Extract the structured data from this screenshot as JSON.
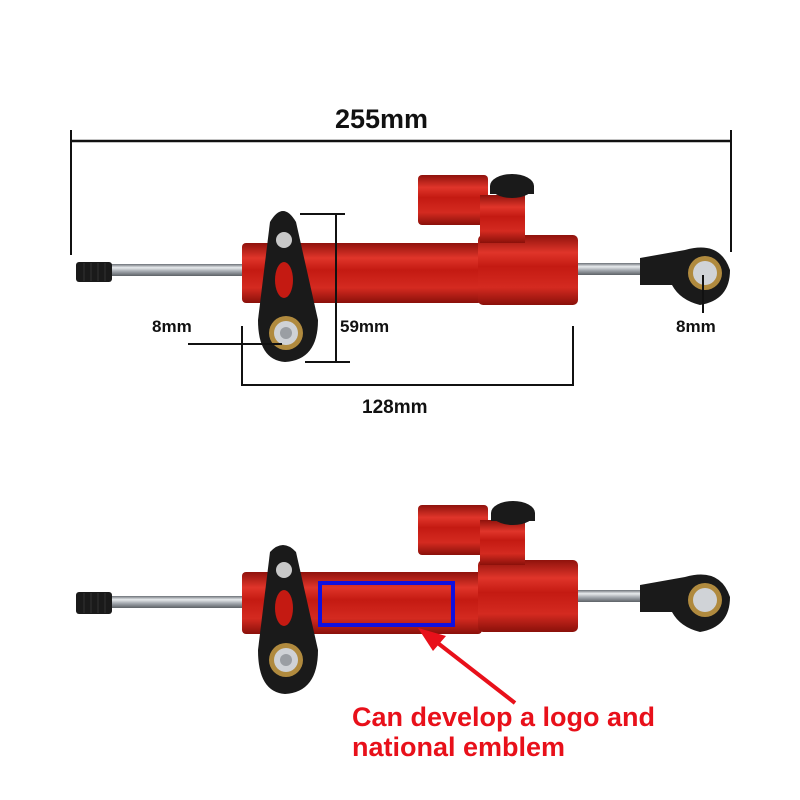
{
  "dimensions": {
    "overall_length": "255mm",
    "bracket_height": "59mm",
    "left_eye_diameter": "8mm",
    "right_eye_diameter": "8mm",
    "body_length": "128mm"
  },
  "annotation": {
    "caption_line1": "Can develop a logo and",
    "caption_line2": "national emblem",
    "caption_color": "#e8101a",
    "highlight_box_color": "#1010e0",
    "arrow_color": "#e8101a"
  },
  "product": {
    "body_color": "#c41a12",
    "fitting_color": "#1a1a1a",
    "rod_color": "#b9bec4",
    "bushing_color": "#b08a3e"
  }
}
